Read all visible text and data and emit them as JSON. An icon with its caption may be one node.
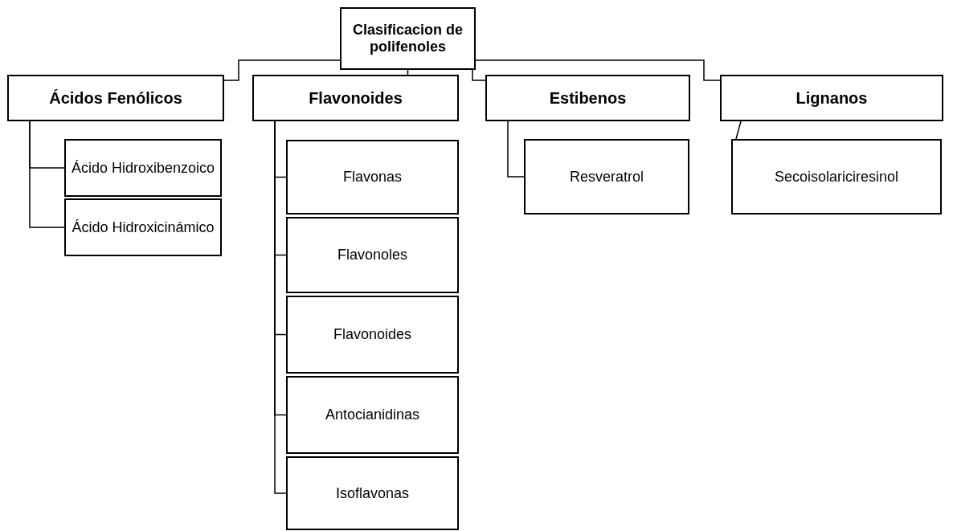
{
  "diagram": {
    "nodes": [
      {
        "text": [
          "Clasificacion de polifenoles"
        ]
      },
      {
        "text": [
          "Ácidos Fenólicos"
        ]
      },
      {
        "text": [
          "Ácido Hidroxibenzoico"
        ]
      },
      {
        "text": [
          "Ácido Hidroxicinámico"
        ]
      },
      {
        "text": [
          "Flavonoides"
        ]
      },
      {
        "text": [
          "Flavonas"
        ]
      },
      {
        "text": [
          "Flavonoles"
        ]
      },
      {
        "text": [
          "Flavonoides"
        ]
      },
      {
        "text": [
          "Antocianidinas"
        ]
      },
      {
        "text": [
          "Isoflavonas"
        ]
      },
      {
        "text": [
          "Estibenos"
        ]
      },
      {
        "text": [
          "Resveratrol"
        ]
      },
      {
        "text": [
          "Lignanos"
        ]
      },
      {
        "text": [
          "Secoisolariciresinol"
        ]
      }
    ],
    "edges": [
      {
        "from": 0,
        "to": 1,
        "arrow": "none"
      },
      {
        "from": 0,
        "to": 4,
        "arrow": "none"
      },
      {
        "from": 0,
        "to": 10,
        "arrow": "none"
      },
      {
        "from": 0,
        "to": 12,
        "arrow": "none"
      },
      {
        "from": 1,
        "to": 2,
        "arrow": "none"
      },
      {
        "from": 1,
        "to": 3,
        "arrow": "none"
      },
      {
        "from": 4,
        "to": 5,
        "arrow": "none"
      },
      {
        "from": 4,
        "to": 6,
        "arrow": "none"
      },
      {
        "from": 4,
        "to": 7,
        "arrow": "none"
      },
      {
        "from": 4,
        "to": 8,
        "arrow": "none"
      },
      {
        "from": 4,
        "to": 9,
        "arrow": "none"
      },
      {
        "from": 10,
        "to": 11,
        "arrow": "none"
      },
      {
        "from": 12,
        "to": 13,
        "arrow": "none"
      }
    ]
  }
}
